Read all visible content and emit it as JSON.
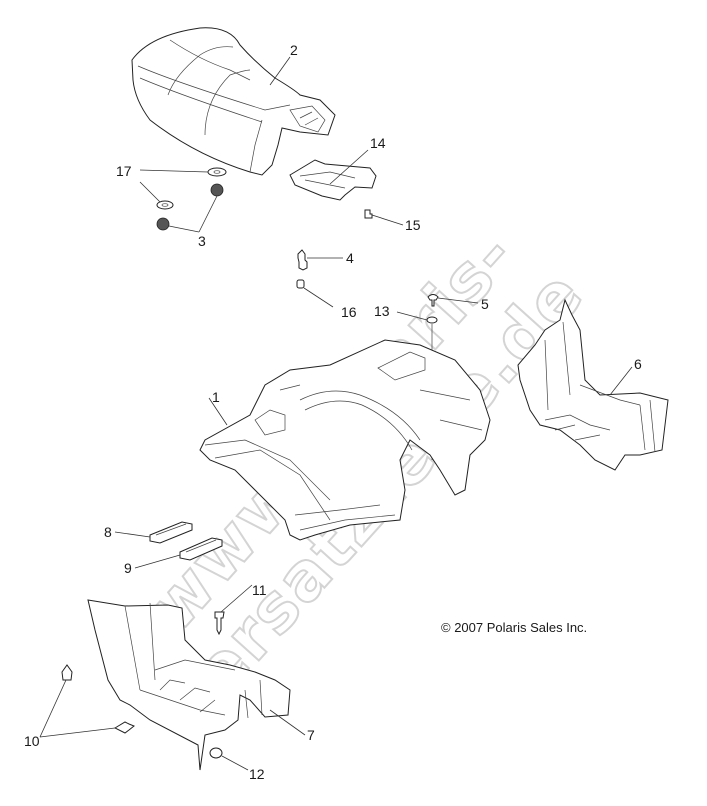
{
  "diagram": {
    "type": "exploded-parts-diagram",
    "subject": "ATV seat, rear fender cab and footwells",
    "copyright": "© 2007 Polaris Sales Inc.",
    "watermark": "www.polaris-ersatzteile.de",
    "callouts": [
      {
        "id": "1",
        "label": "1",
        "part": "rear-cab-fender"
      },
      {
        "id": "2",
        "label": "2",
        "part": "seat"
      },
      {
        "id": "3",
        "label": "3",
        "part": "nut"
      },
      {
        "id": "4",
        "label": "4",
        "part": "seat-latch-stud"
      },
      {
        "id": "5",
        "label": "5",
        "part": "screw"
      },
      {
        "id": "6",
        "label": "6",
        "part": "right-footwell"
      },
      {
        "id": "7",
        "label": "7",
        "part": "left-footwell"
      },
      {
        "id": "8",
        "label": "8",
        "part": "footrest-strip-upper"
      },
      {
        "id": "9",
        "label": "9",
        "part": "footrest-strip-lower"
      },
      {
        "id": "10",
        "label": "10",
        "part": "push-rivets"
      },
      {
        "id": "11",
        "label": "11",
        "part": "screw"
      },
      {
        "id": "12",
        "label": "12",
        "part": "nut"
      },
      {
        "id": "13",
        "label": "13",
        "part": "washer"
      },
      {
        "id": "14",
        "label": "14",
        "part": "seat-latch-bracket"
      },
      {
        "id": "15",
        "label": "15",
        "part": "screw"
      },
      {
        "id": "16",
        "label": "16",
        "part": "bushing"
      },
      {
        "id": "17",
        "label": "17",
        "part": "washers"
      }
    ]
  }
}
